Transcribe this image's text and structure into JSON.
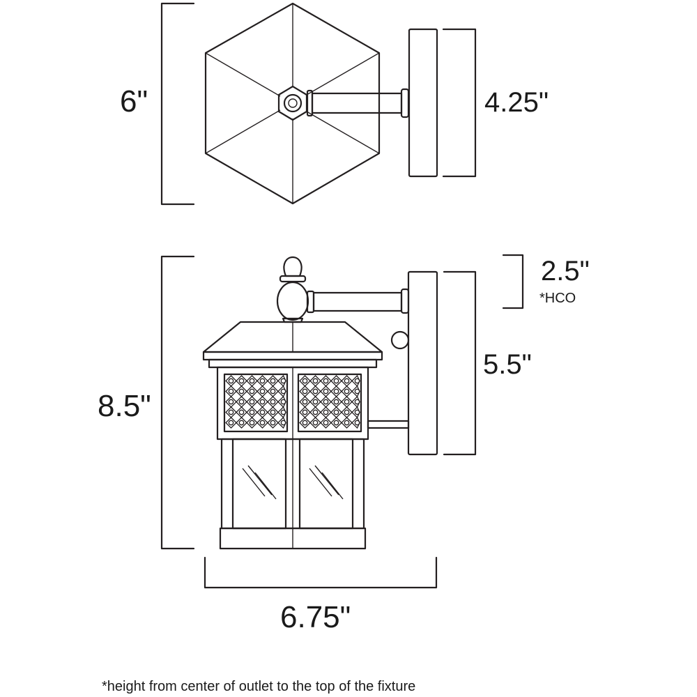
{
  "top_view": {
    "depth_label": "6\"",
    "backplate_label": "4.25\""
  },
  "side_view": {
    "height_label": "8.5\"",
    "hco_label": "2.5\"",
    "hco_note": "*HCO",
    "backplate_label": "5.5\"",
    "width_label": "6.75\""
  },
  "footnote": "*height from center of outlet to the top of the fixture",
  "colors": {
    "line": "#231f20",
    "background": "#ffffff"
  }
}
